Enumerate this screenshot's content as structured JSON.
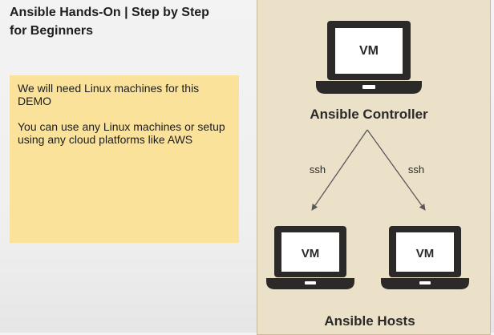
{
  "slide": {
    "title_line1": "Ansible Hands-On | Step by Step",
    "title_line2": "for Beginners"
  },
  "note": {
    "line1": "We will need Linux machines for this DEMO",
    "line2": "You can use any Linux machines or setup using any cloud platforms like AWS"
  },
  "diagram": {
    "controller": {
      "screen_label": "VM",
      "caption": "Ansible Controller"
    },
    "connection_label_left": "ssh",
    "connection_label_right": "ssh",
    "hosts": [
      {
        "screen_label": "VM"
      },
      {
        "screen_label": "VM"
      }
    ],
    "hosts_caption": "Ansible Hosts"
  },
  "colors": {
    "panel_bg": "#ebe0c8",
    "note_bg": "#fbe29a",
    "laptop": "#2b2a28",
    "arrow": "#5a5a5a"
  }
}
